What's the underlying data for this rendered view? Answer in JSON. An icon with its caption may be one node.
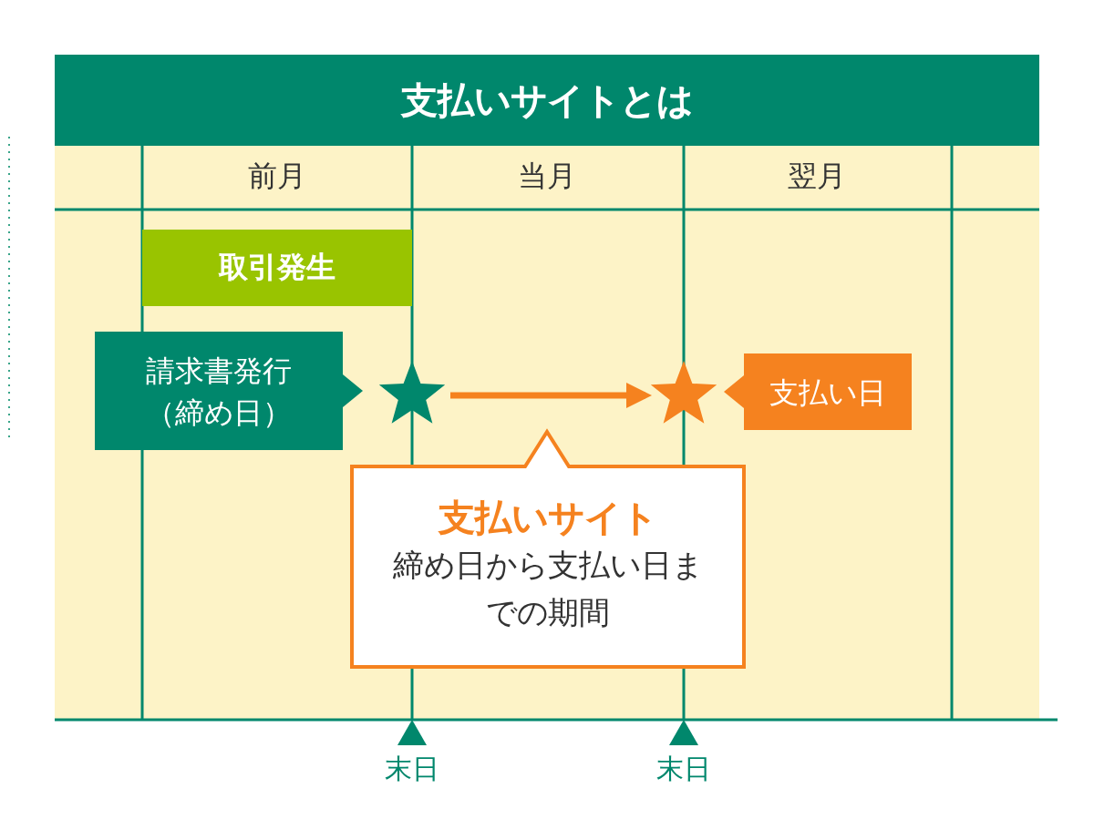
{
  "diagram": {
    "title": "支払いサイトとは",
    "nodes": [
      {
        "text": [
          "取引発生"
        ]
      },
      {
        "text": [
          "請求書発行（締め日）"
        ]
      },
      {
        "text": [],
        "shape": "star"
      },
      {
        "text": [],
        "shape": "star"
      },
      {
        "text": [
          "支払い日"
        ]
      },
      {
        "text": [
          "支払いサイト",
          "締め日から支払い日までの期間"
        ]
      }
    ],
    "edges": [
      {
        "from": 2,
        "to": 3,
        "arrow": "to",
        "color": "#f5821f"
      }
    ],
    "labels": [
      "前月",
      "当月",
      "翌月",
      "末日",
      "末日"
    ]
  }
}
